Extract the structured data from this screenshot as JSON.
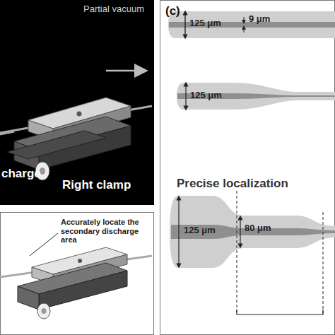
{
  "diagram": {
    "nodes": [
      {
        "text": [
          "Partial vacuum",
          "charge",
          "Right clamp"
        ]
      },
      {
        "text": [
          "Accurately locate the secondary discharge area"
        ]
      },
      {
        "text": [
          "(c)",
          "125 μm",
          "9 μm",
          "125 μm",
          "Precise localization",
          "125 μm",
          "80 μm"
        ]
      }
    ]
  }
}
